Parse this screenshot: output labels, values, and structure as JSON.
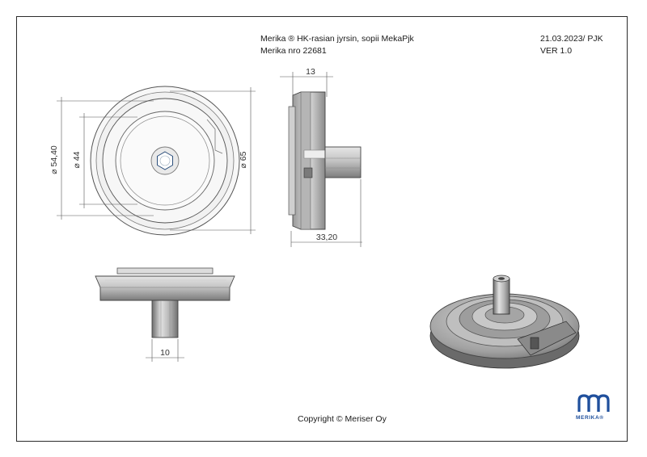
{
  "title_block": {
    "title": "Merika ® HK-rasian jyrsin, sopii MekaPjk",
    "part_number": "Merika nro  22681",
    "date_author": "21.03.2023/ PJK",
    "version": "VER 1.0"
  },
  "dimensions": {
    "front_outer": "⌀ 65",
    "front_mid": "⌀ 54,40",
    "front_inner": "⌀ 44",
    "side_thickness": "13",
    "side_length": "33,20",
    "shaft_width": "10"
  },
  "footer": {
    "copyright": "Copyright © Meriser Oy",
    "logo_text": "MERIKA®"
  },
  "colors": {
    "brand_blue": "#1f4f9c",
    "part_gray": "#a9a9a9"
  }
}
